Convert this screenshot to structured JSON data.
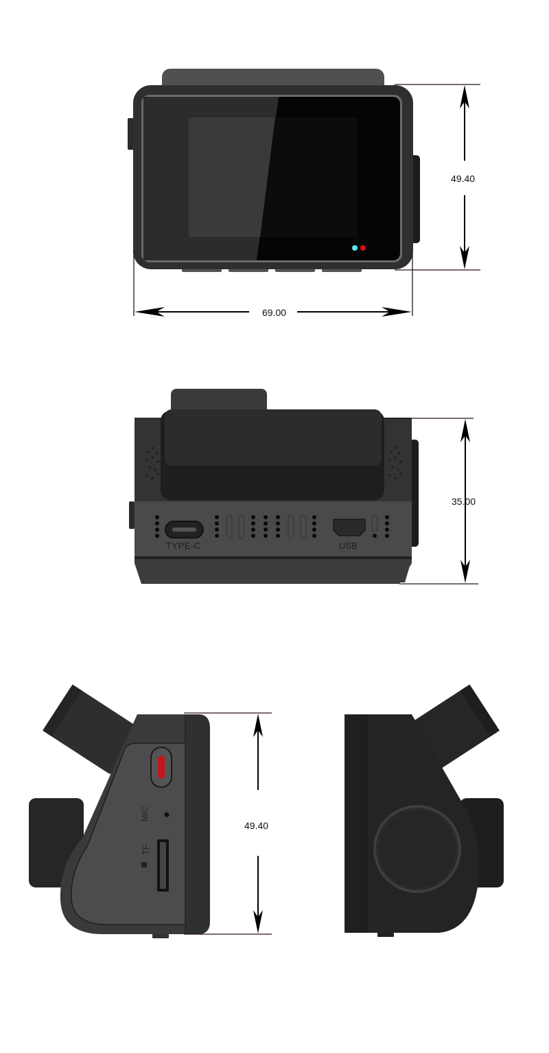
{
  "views": {
    "front": {
      "width_dimension": "69.00",
      "height_dimension": "49.40",
      "indicator_led_colors": [
        "#5fe6ec",
        "#e01010"
      ]
    },
    "top": {
      "depth_dimension": "35.00",
      "port_labels": {
        "type_c": "TYPE-C",
        "usb": "USB"
      }
    },
    "left_side": {
      "height_dimension": "49.40",
      "labels": {
        "mic": "MIC",
        "tf": "TF"
      },
      "button_color": "#c0181c"
    },
    "right_side": {}
  },
  "colors": {
    "body": "#2e2e2e",
    "body_light": "#4a4a4a",
    "screen": "#050505",
    "dimension_line": "#2a1414",
    "arrow": "#000000"
  }
}
